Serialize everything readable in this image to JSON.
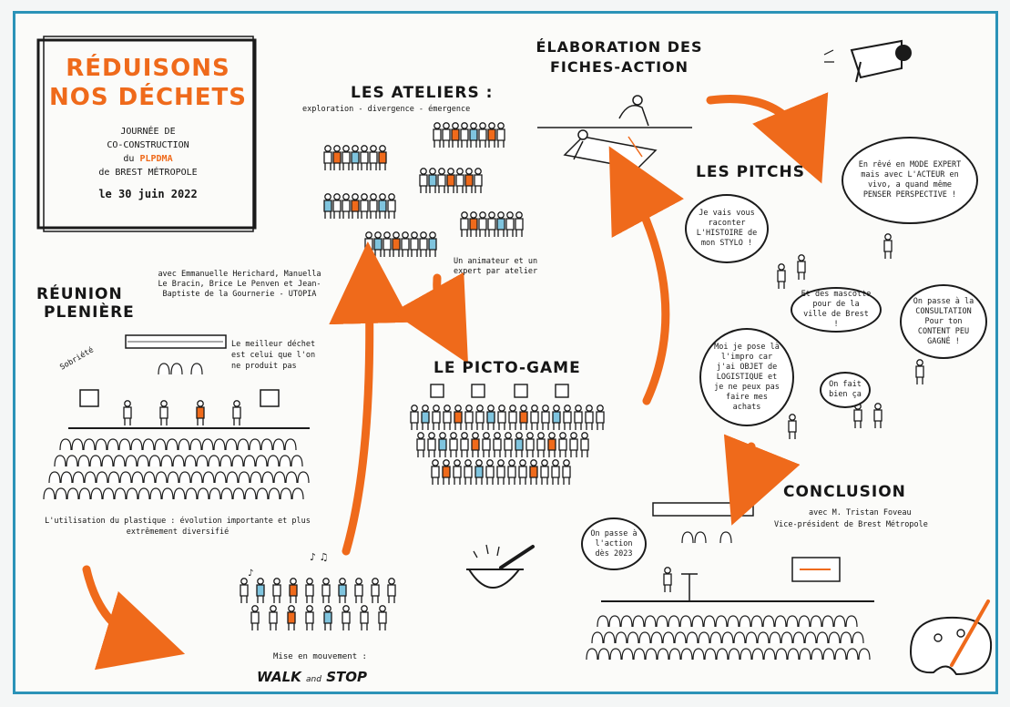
{
  "title": {
    "line1": "RÉDUISONS",
    "line2": "NOS DÉCHETS",
    "sub1": "JOURNÉE DE",
    "sub2": "CO-CONSTRUCTION",
    "sub3_prefix": "du",
    "sub3_name": "PLPDMA",
    "sub4": "de BREST MÉTROPOLE",
    "date": "le 30 juin 2022"
  },
  "ateliers": {
    "heading": "LES ATELIERS :",
    "subtitle": "exploration - divergence - émergence",
    "caption": "Un animateur et un expert par atelier"
  },
  "elaboration": {
    "line1": "ÉLABORATION DES",
    "line2": "FICHES-ACTION"
  },
  "pitchs": {
    "heading": "LES PITCHS"
  },
  "reunion": {
    "line1": "RÉUNION",
    "line2": "PLENIÈRE",
    "speakers": "avec Emmanuelle Herichard, Manuella Le Bracin, Brice Le Penven et Jean-Baptiste de la Gournerie - UTOPIA",
    "sobriete": "Sobriété",
    "quote": "Le meilleur déchet est celui que l'on ne produit pas",
    "plastique": "L'utilisation du plastique : évolution importante et plus extrêmement diversifié"
  },
  "picto": {
    "heading": "LE PICTO-GAME"
  },
  "walk": {
    "caption": "Mise en mouvement :",
    "line1": "WALK",
    "and": "and",
    "line2": "STOP"
  },
  "conclusion": {
    "heading": "CONCLUSION",
    "line1": "avec M. Tristan Foveau",
    "line2": "Vice-président de Brest Métropole"
  },
  "bubbles": {
    "b1": "Je vais vous raconter L'HISTOIRE de mon STYLO !",
    "b2": "En rêvé en MODE EXPERT mais avec L'ACTEUR en vivo, a quand même PENSER PERSPECTIVE !",
    "b3": "Et des mascotte pour de la ville de Brest !",
    "b4": "On passe à la CONSULTATION Pour ton CONTENT PEU GAGNÉ !",
    "b5": "Moi je pose là l'impro car j'ai OBJET de LOGISTIQUE et je ne peux pas faire mes achats",
    "b6": "On fait bien ça",
    "b7": "On passe à l'action dès 2023"
  },
  "colors": {
    "accent": "#ef6a1b",
    "border": "#2b93b8",
    "ink": "#161616"
  },
  "icons": [
    "megaphone-icon",
    "bowl-icon",
    "palette-icon"
  ]
}
